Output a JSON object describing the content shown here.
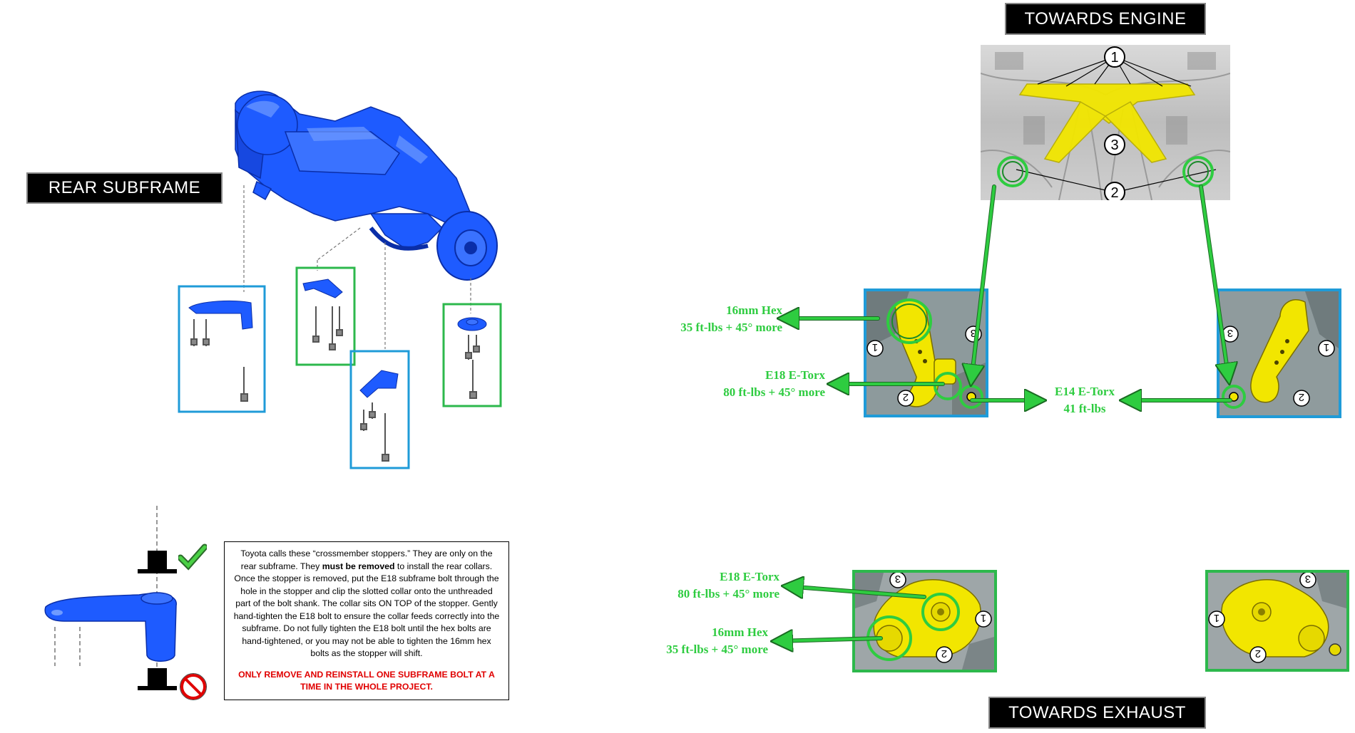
{
  "headings": {
    "rear_subframe": "REAR SUBFRAME",
    "towards_engine": "TOWARDS ENGINE",
    "towards_exhaust": "TOWARDS EXHAUST"
  },
  "callouts": {
    "hex_top": {
      "line1": "16mm Hex",
      "line2": "35 ft-lbs + 45° more"
    },
    "e18_top": {
      "line1": "E18 E-Torx",
      "line2": "80 ft-lbs + 45° more"
    },
    "e14": {
      "line1": "E14 E-Torx",
      "line2": "41 ft-lbs"
    },
    "e18_bottom": {
      "line1": "E18 E-Torx",
      "line2": "80 ft-lbs + 45° more"
    },
    "hex_bottom": {
      "line1": "16mm Hex",
      "line2": "35 ft-lbs + 45° more"
    }
  },
  "note": {
    "part1": "Toyota calls these “crossmember stoppers.” They are only on the rear subframe. They ",
    "bold": "must be removed",
    "part2": " to install the rear collars. Once the stopper is removed, put the E18 subframe bolt through the hole in the stopper and clip the slotted collar onto the unthreaded part of the bolt shank. The collar sits ON TOP of the stopper. Gently hand-tighten the E18 bolt to ensure the collar feeds correctly into the subframe. Do not fully tighten the E18 bolt until the hex bolts are hand-tightened, or you may not be able to tighten the 16mm hex bolts as the stopper will shift.",
    "warning": "ONLY REMOVE AND REINSTALL ONE SUBFRAME BOLT AT A TIME IN THE WHOLE PROJECT."
  },
  "engine_photo_numbers": [
    "1",
    "3",
    "2"
  ],
  "bracket_numbers": [
    "1",
    "2",
    "3"
  ],
  "icons": [
    "check-icon",
    "prohibited-icon"
  ],
  "colors": {
    "part_blue": "#1e5bff",
    "box_blue": "#1f9bd8",
    "box_green": "#2db84c",
    "arrow_green": "#2ecc40",
    "part_yellow": "#f2e600",
    "warning_red": "#e00000"
  }
}
